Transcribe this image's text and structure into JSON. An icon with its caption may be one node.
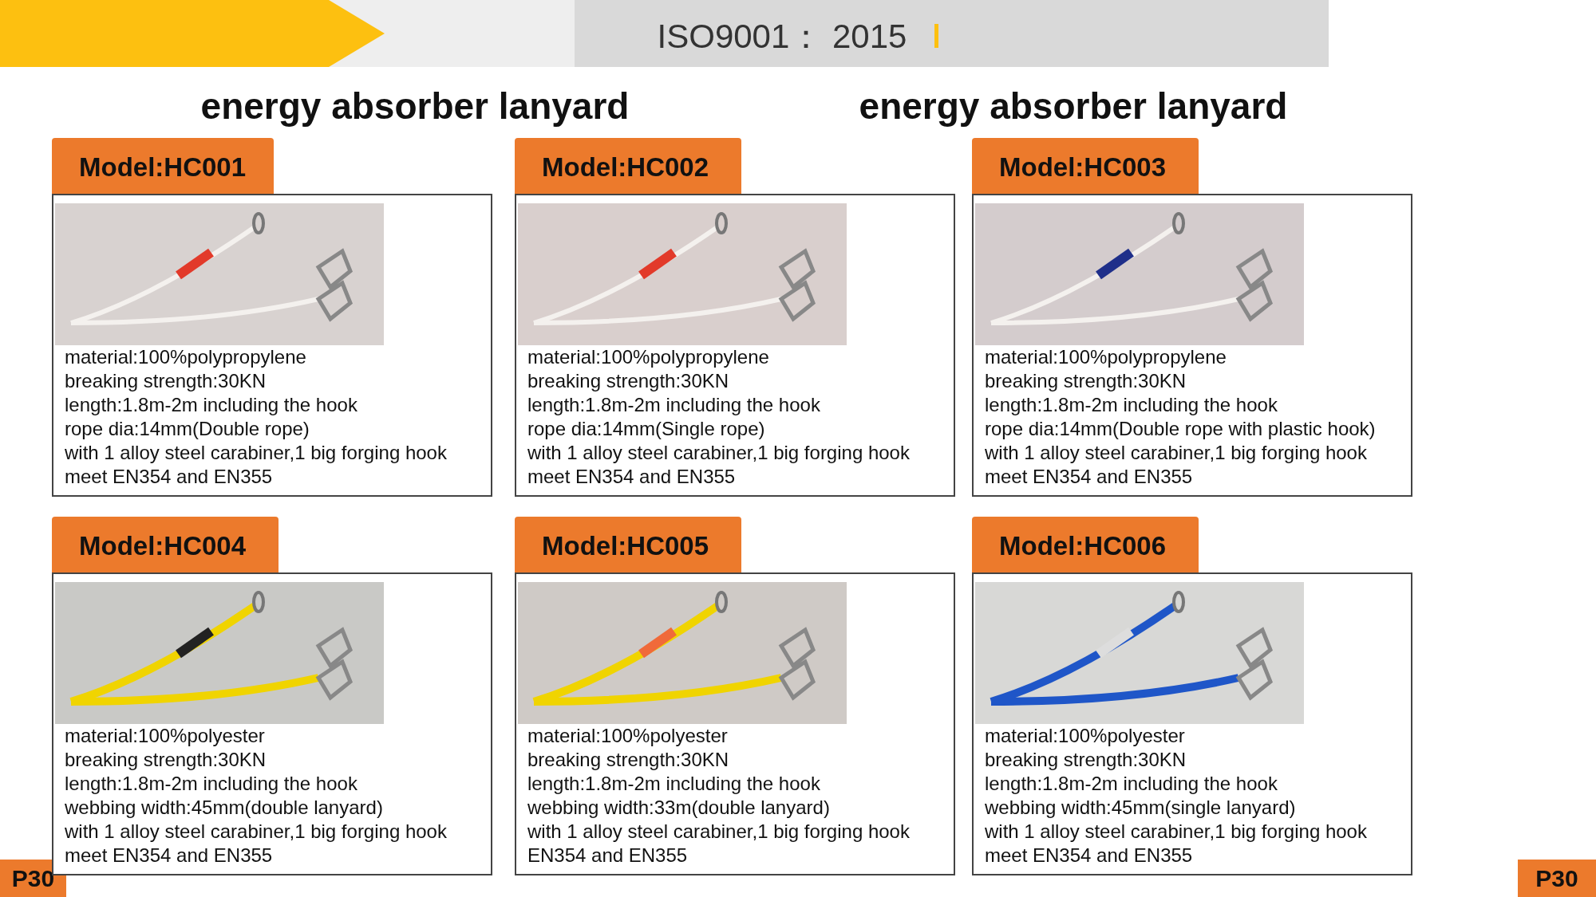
{
  "diagram": {
    "nodes": [
      {
        "text": [
          "Model:HC001",
          "material:100%polypropylene",
          "breaking strength:30KN",
          "length:1.8m-2m including the hook",
          "rope dia:14mm(Double rope)",
          "with 1 alloy steel carabiner,1 big forging hook",
          "meet EN354 and EN355"
        ]
      },
      {
        "text": [
          "Model:HC002",
          "material:100%polypropylene",
          "breaking strength:30KN",
          "length:1.8m-2m including the hook",
          "rope dia:14mm(Single rope)",
          "with 1 alloy steel carabiner,1 big forging hook",
          "meet EN354 and EN355"
        ]
      },
      {
        "text": [
          "Model:HC003",
          "material:100%polypropylene",
          "breaking strength:30KN",
          "length:1.8m-2m including the hook",
          "rope dia:14mm(Double rope with plastic hook)",
          "with 1 alloy steel carabiner,1 big forging hook",
          "meet EN354 and EN355"
        ]
      },
      {
        "text": [
          "Model:HC004",
          "material:100%polyester",
          "breaking strength:30KN",
          "length:1.8m-2m including the hook",
          "webbing width:45mm(double lanyard)",
          "with 1 alloy steel carabiner,1 big forging hook",
          "meet EN354 and EN355"
        ]
      },
      {
        "text": [
          "Model:HC005",
          "material:100%polyester",
          "breaking strength:30KN",
          "length:1.8m-2m including the hook",
          "webbing width:33m(double lanyard)",
          "with 1 alloy steel carabiner,1 big forging hook",
          "EN354 and EN355"
        ]
      },
      {
        "text": [
          "Model:HC006",
          "material:100%polyester",
          "breaking strength:30KN",
          "length:1.8m-2m including the hook",
          "webbing width:45mm(single lanyard)",
          "with 1 alloy steel carabiner,1 big forging hook",
          "meet EN354 and EN355"
        ]
      }
    ],
    "edges": [],
    "labels": [
      "ISO9001： 2015",
      "energy absorber lanyard",
      "energy absorber lanyard",
      "P30",
      "P30"
    ]
  }
}
